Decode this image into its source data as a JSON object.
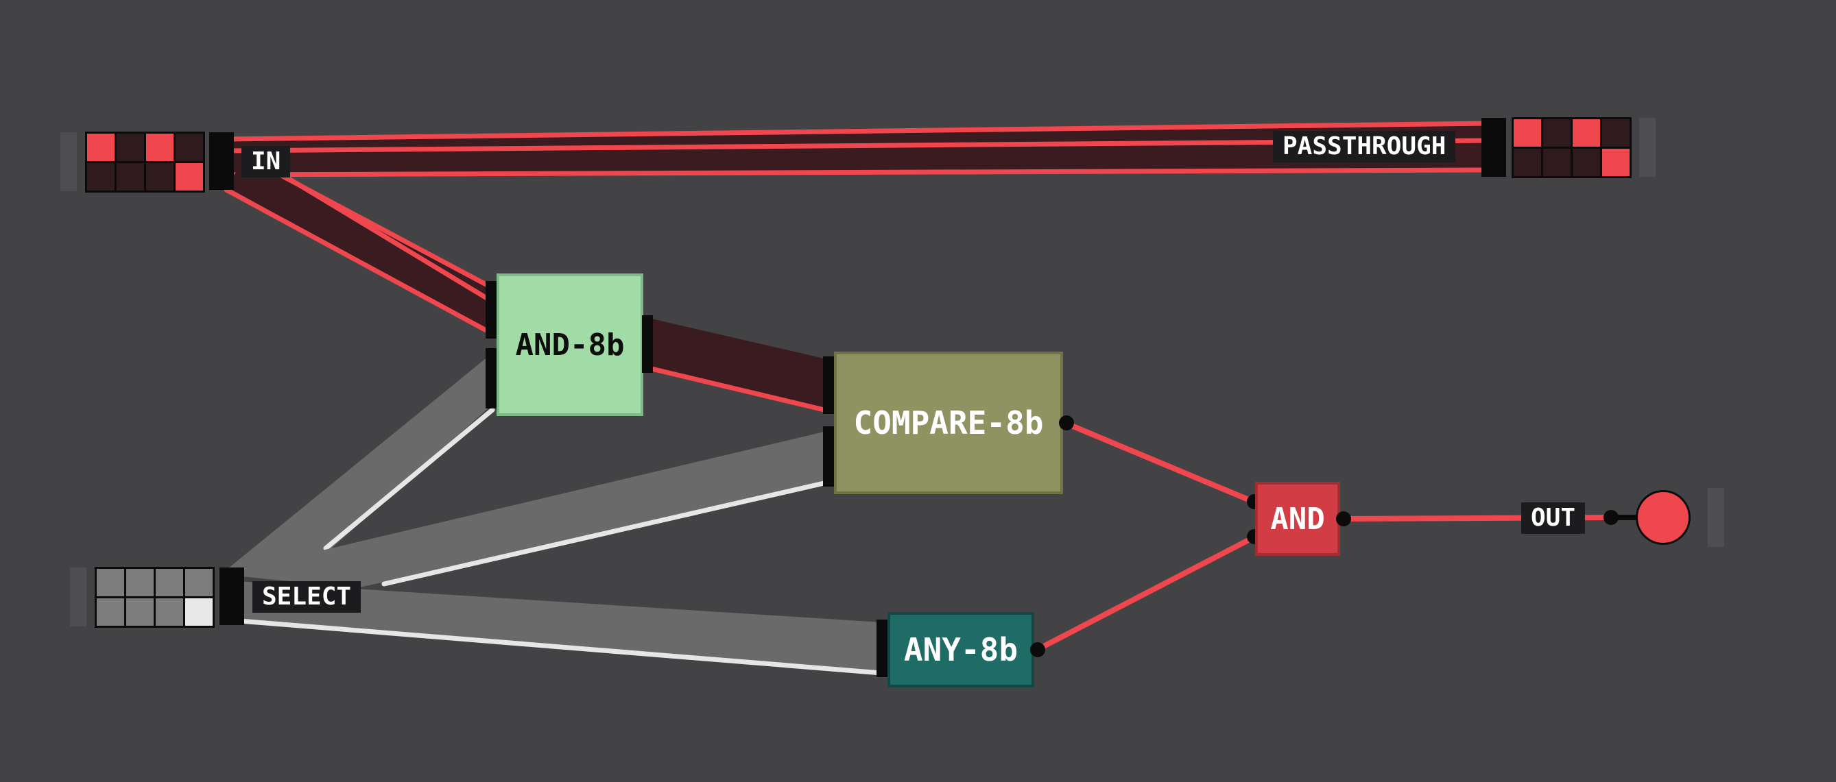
{
  "colors": {
    "background": "#434345",
    "wire_on": "#f0474f",
    "wire_off": "#e6e6e6",
    "bus_on_fill": "#3a1b1f",
    "bus_off_fill": "#6a6a6a",
    "bit_on": "#f0474f",
    "bit_off": "#2f1a1d",
    "select_bit_on": "#e8e8e8",
    "select_bit_off": "#7c7c7c"
  },
  "inputs": {
    "in": {
      "label": "IN",
      "bits": [
        1,
        0,
        1,
        0,
        0,
        0,
        0,
        1
      ]
    },
    "select": {
      "label": "SELECT",
      "bits": [
        0,
        0,
        0,
        0,
        0,
        0,
        0,
        1
      ]
    }
  },
  "chips": {
    "and8": {
      "label": "AND-8b",
      "color": "#a1dca6",
      "text_color": "#0e0e0e"
    },
    "compare8": {
      "label": "COMPARE-8b",
      "color": "#8f9362",
      "text_color": "#ffffff"
    },
    "any8": {
      "label": "ANY-8b",
      "color": "#1f6b66",
      "text_color": "#ffffff"
    },
    "and": {
      "label": "AND",
      "color": "#d23d45",
      "text_color": "#ffffff"
    }
  },
  "outputs": {
    "passthrough": {
      "label": "PASSTHROUGH",
      "bits": [
        1,
        0,
        1,
        0,
        0,
        0,
        0,
        1
      ]
    },
    "out": {
      "label": "OUT",
      "state": 1
    }
  }
}
